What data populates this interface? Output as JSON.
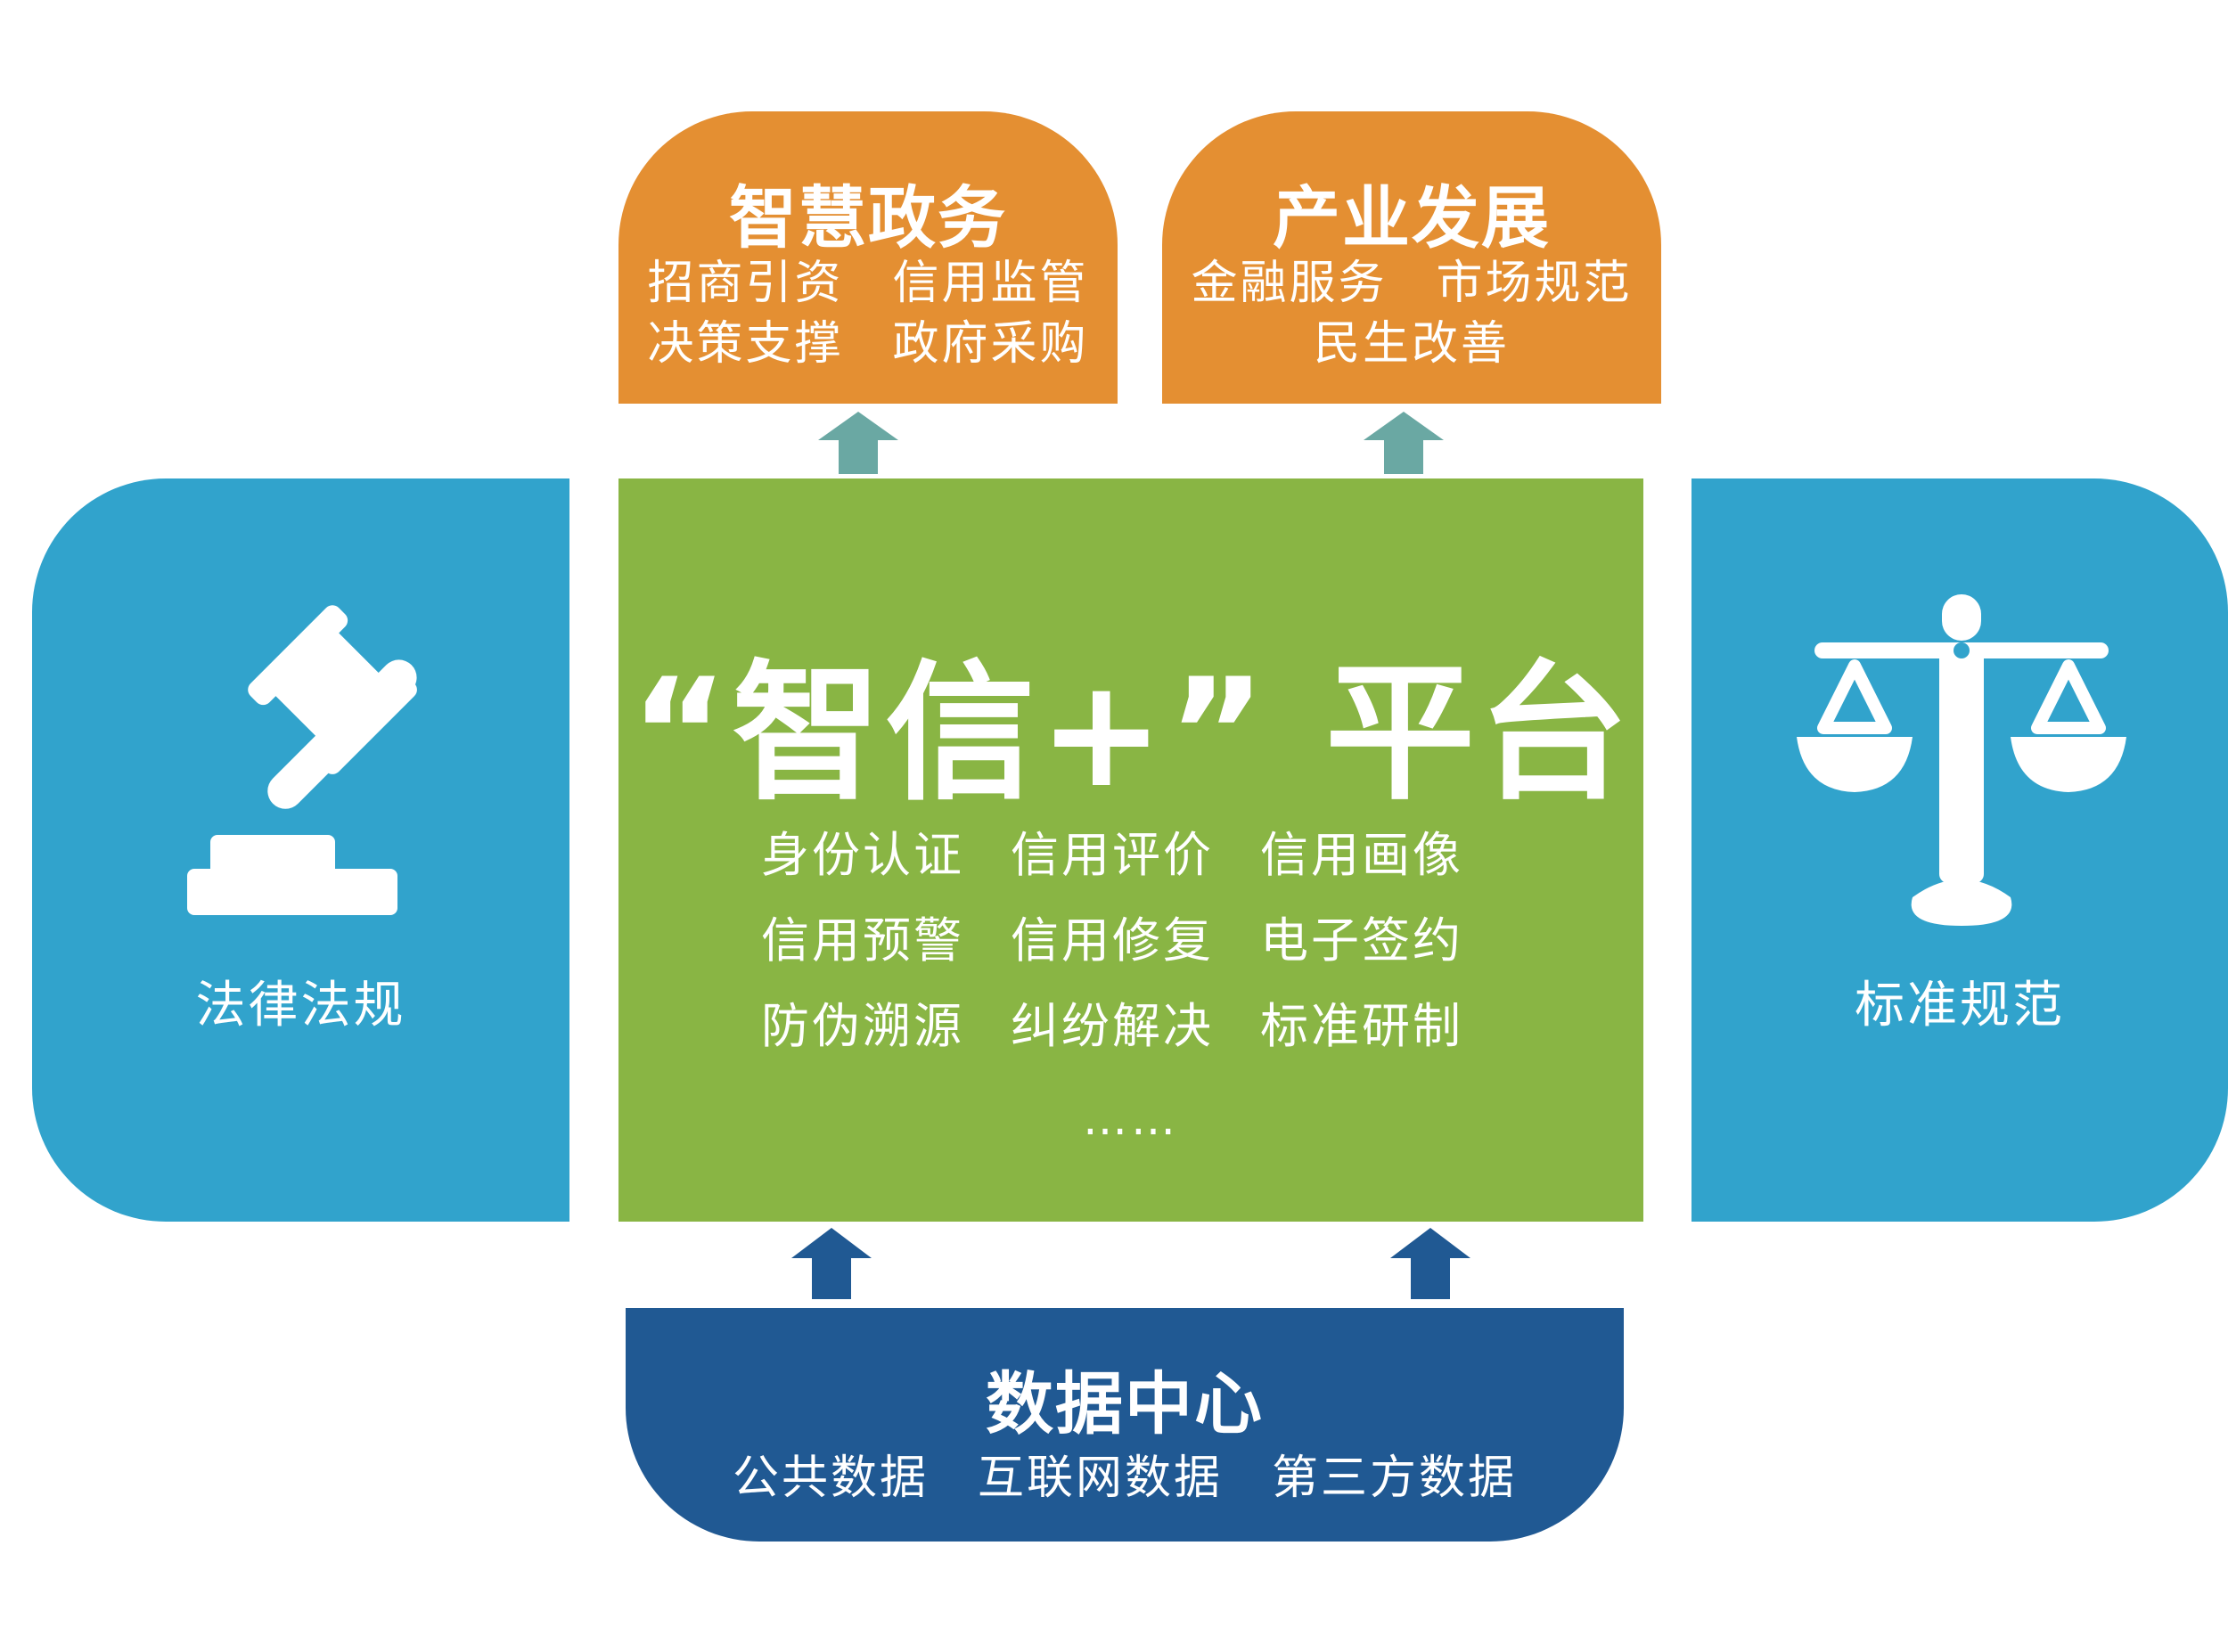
{
  "smart_gov": {
    "title": "智慧政务",
    "line1": "招商引资　信用监管",
    "line2": "决策支撑　政府采购"
  },
  "industry": {
    "title": "产业发展",
    "line1": "金融服务　市场规范",
    "line2": "民生改善"
  },
  "platform": {
    "title": "“智信+” 平台",
    "features": [
      "身份认证",
      "信用评价",
      "信用画像",
      "信用预警",
      "信用修复",
      "电子签约",
      "防伪溯源",
      "纠纷解决",
      "标准研制"
    ],
    "more": "……"
  },
  "law": {
    "label": "法律法规",
    "icon": "gavel-icon"
  },
  "standards": {
    "label": "标准规范",
    "icon": "scale-icon"
  },
  "data_center": {
    "title": "数据中心",
    "line": "公共数据　互联网数据　第三方数据"
  },
  "colors": {
    "orange": "#e48f32",
    "green": "#89b544",
    "blue": "#31a3cc",
    "navy": "#205993",
    "arrow_up_top": "#6aa8a3",
    "arrow_up_bottom": "#205993"
  }
}
